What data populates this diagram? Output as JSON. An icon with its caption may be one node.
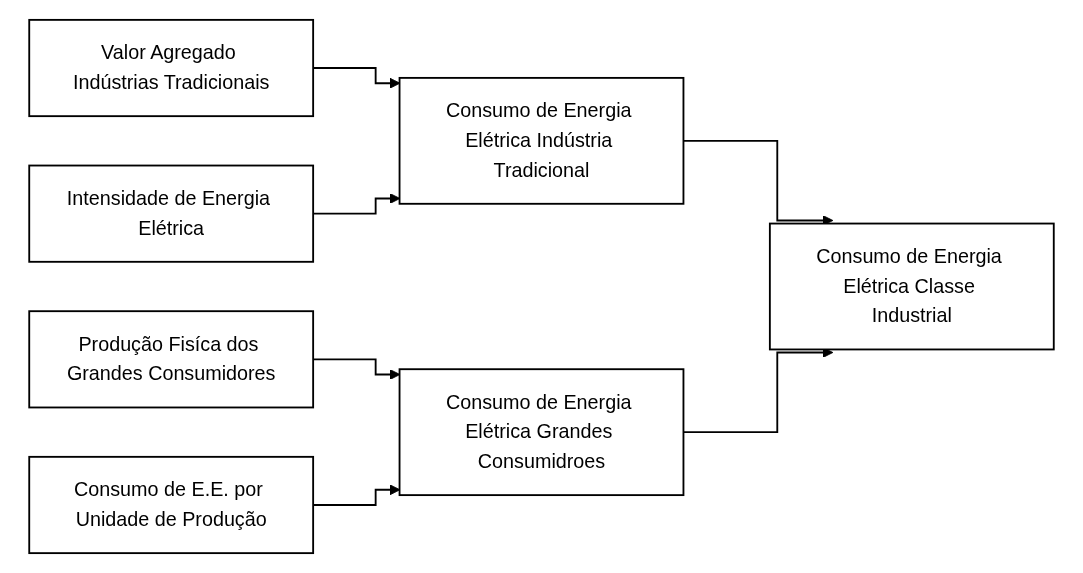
{
  "diagram": {
    "nodes": [
      {
        "text": [
          "Valor Agregado Indústrias Tradicionais"
        ]
      },
      {
        "text": [
          "Intensidade de Energia Elétrica"
        ]
      },
      {
        "text": [
          "Produção Fisíca dos Grandes Consumidores"
        ]
      },
      {
        "text": [
          "Consumo de E.E. por Unidade de Produção"
        ]
      },
      {
        "text": [
          "Consumo de Energia Elétrica Indústria Tradicional"
        ]
      },
      {
        "text": [
          "Consumo de Energia Elétrica Grandes Consumidroes"
        ]
      },
      {
        "text": [
          "Consumo de Energia Elétrica Classe Industrial"
        ]
      }
    ],
    "edges": [
      {
        "from": 0,
        "to": 4,
        "arrow": "to"
      },
      {
        "from": 1,
        "to": 4,
        "arrow": "to"
      },
      {
        "from": 2,
        "to": 5,
        "arrow": "to"
      },
      {
        "from": 3,
        "to": 5,
        "arrow": "to"
      },
      {
        "from": 4,
        "to": 6,
        "arrow": "to"
      },
      {
        "from": 5,
        "to": 6,
        "arrow": "to"
      }
    ]
  }
}
